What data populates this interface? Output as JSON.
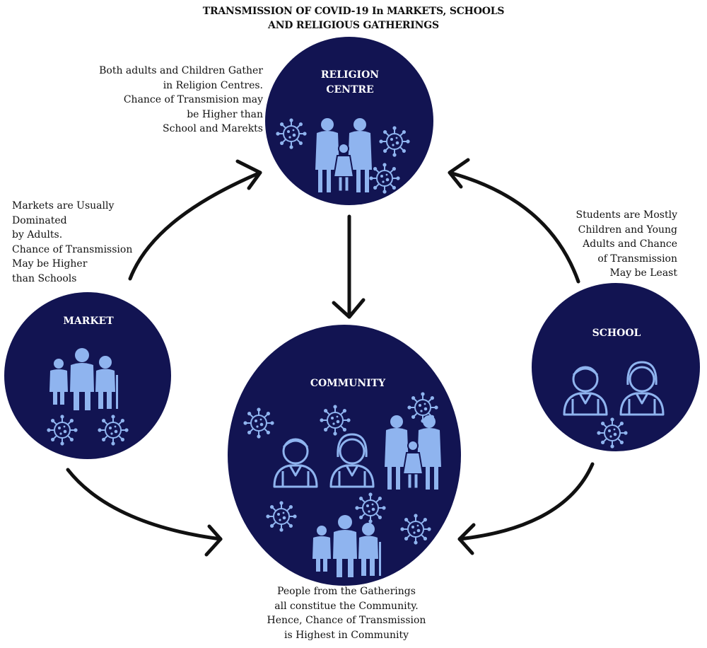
{
  "title": {
    "line1": "TRANSMISSION OF COVID-19 In MARKETS, SCHOOLS",
    "line2": "AND RELIGIOUS GATHERINGS"
  },
  "nodes": {
    "religion": {
      "label_line1": "RELIGION",
      "label_line2": "CENTRE"
    },
    "market": {
      "label": "MARKET"
    },
    "school": {
      "label": "SCHOOL"
    },
    "community": {
      "label": "COMMUNITY"
    }
  },
  "notes": {
    "religion": [
      "Both adults and Children Gather",
      "in Religion Centres.",
      "Chance of Transmision may",
      "be Higher than",
      "School and Marekts"
    ],
    "market": [
      "Markets are Usually",
      "Dominated",
      "by Adults.",
      "Chance of Transmission",
      "May be Higher",
      "than Schools"
    ],
    "school": [
      "Students are Mostly",
      "Children and Young",
      "Adults and Chance",
      "of Transmission",
      "May be Least"
    ],
    "community": [
      "People from the Gatherings",
      "all constitue the Community.",
      "Hence, Chance of Transmission",
      "is Highest in Community"
    ]
  },
  "colors": {
    "circle_fill": "#121452",
    "icon_color": "#8fb4ef",
    "arrow_color": "#111111"
  },
  "icons": {
    "virus": "virus-icon",
    "family": "family-icon",
    "elderly_group": "elderly-group-icon",
    "students": "students-icon"
  }
}
